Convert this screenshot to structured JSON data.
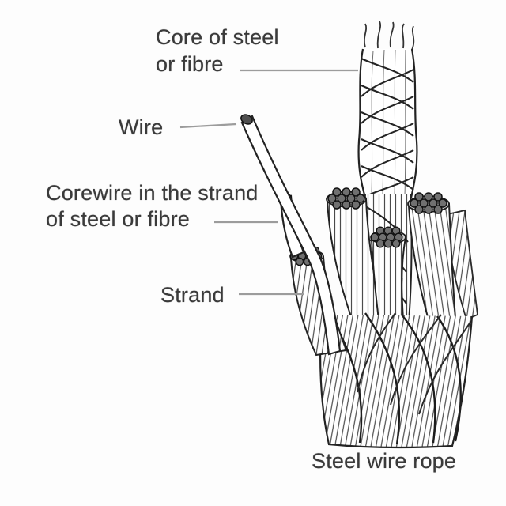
{
  "diagram": {
    "type": "labeled-technical-illustration",
    "subject": "Construction of a steel wire rope",
    "labels": {
      "core_line1": "Core of steel",
      "core_line2": "or fibre",
      "wire": "Wire",
      "corewire_line1": "Corewire in the strand",
      "corewire_line2": "of steel or fibre",
      "strand": "Strand",
      "rope_caption": "Steel wire rope"
    },
    "colors": {
      "ink": "#2a2a2a",
      "text": "#3a3a3a",
      "leader_line": "#9c9c9c",
      "background": "#fdfdfd",
      "wire_end_fill": "#4f4f4f",
      "strand_cap_fill": "#cdcdcd"
    },
    "parts": [
      {
        "name": "core",
        "points_to": "twisted core rope at top"
      },
      {
        "name": "wire",
        "points_to": "single wire pulled out of strand"
      },
      {
        "name": "corewire",
        "points_to": "corewire inside an unraveled strand"
      },
      {
        "name": "strand",
        "points_to": "one strand of the rope"
      },
      {
        "name": "rope",
        "points_to": "assembled steel wire rope body"
      }
    ]
  }
}
